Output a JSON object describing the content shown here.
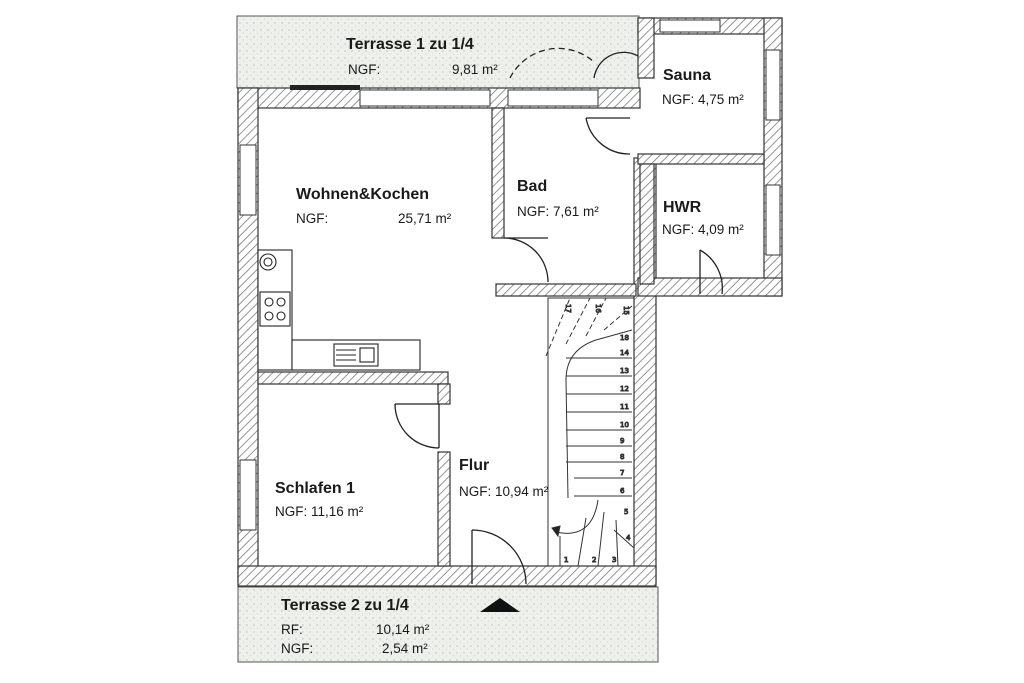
{
  "rooms": {
    "terrasse1": {
      "name": "Terrasse 1 zu 1/4",
      "ngf_label": "NGF:",
      "ngf_value": "9,81 m²"
    },
    "sauna": {
      "name": "Sauna",
      "ngf": "NGF: 4,75 m²"
    },
    "wohnen": {
      "name": "Wohnen&Kochen",
      "ngf_label": "NGF:",
      "ngf_value": "25,71 m²"
    },
    "bad": {
      "name": "Bad",
      "ngf": "NGF: 7,61 m²"
    },
    "hwr": {
      "name": "HWR",
      "ngf": "NGF: 4,09 m²"
    },
    "flur": {
      "name": "Flur",
      "ngf": "NGF: 10,94 m²"
    },
    "schlafen1": {
      "name": "Schlafen 1",
      "ngf": "NGF: 11,16 m²"
    },
    "terrasse2": {
      "name": "Terrasse 2 zu 1/4",
      "rf_label": "RF:",
      "rf_value": "10,14 m²",
      "ngf_label": "NGF:",
      "ngf_value": "2,54 m²"
    }
  },
  "stair": {
    "steps_lower": [
      "1",
      "2",
      "3",
      "4",
      "5"
    ],
    "steps_upper": [
      "6",
      "7",
      "8",
      "9",
      "10",
      "11",
      "12",
      "13",
      "14",
      "15",
      "16",
      "17",
      "18"
    ]
  },
  "colors": {
    "wall": "#3a3a3a",
    "hatch": "#8a8a8a",
    "terrace": "#e9ece6",
    "line": "#222222"
  }
}
